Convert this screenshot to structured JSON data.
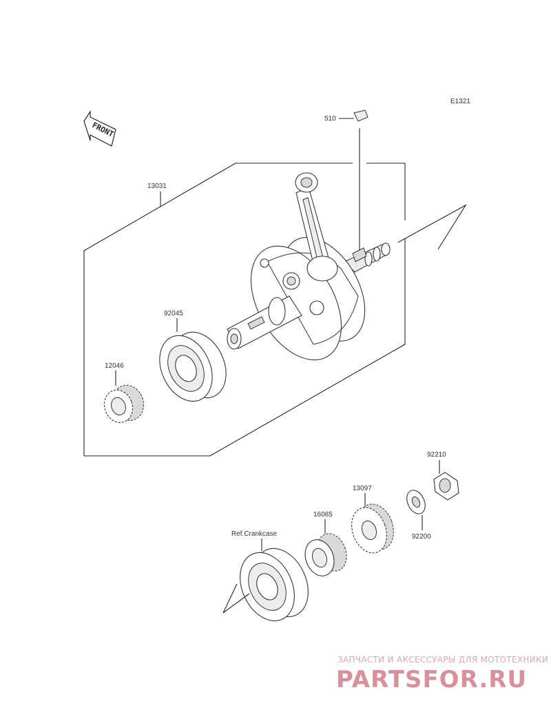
{
  "diagram": {
    "code": "E1321",
    "front_label": "FRONT",
    "parts": [
      {
        "id": "p510",
        "number": "510"
      },
      {
        "id": "p13031",
        "number": "13031"
      },
      {
        "id": "p92045",
        "number": "92045"
      },
      {
        "id": "p12046",
        "number": "12046"
      },
      {
        "id": "p92210",
        "number": "92210"
      },
      {
        "id": "p13097",
        "number": "13097"
      },
      {
        "id": "p16085",
        "number": "16085"
      },
      {
        "id": "p92200",
        "number": "92200"
      }
    ],
    "reference": "Ref.Crankcase"
  },
  "watermark": {
    "tagline": "ЗАПЧАСТИ И АКСЕССУАРЫ ДЛЯ МОТОТЕХНИКИ",
    "brand": "PARTSFOR.RU"
  }
}
